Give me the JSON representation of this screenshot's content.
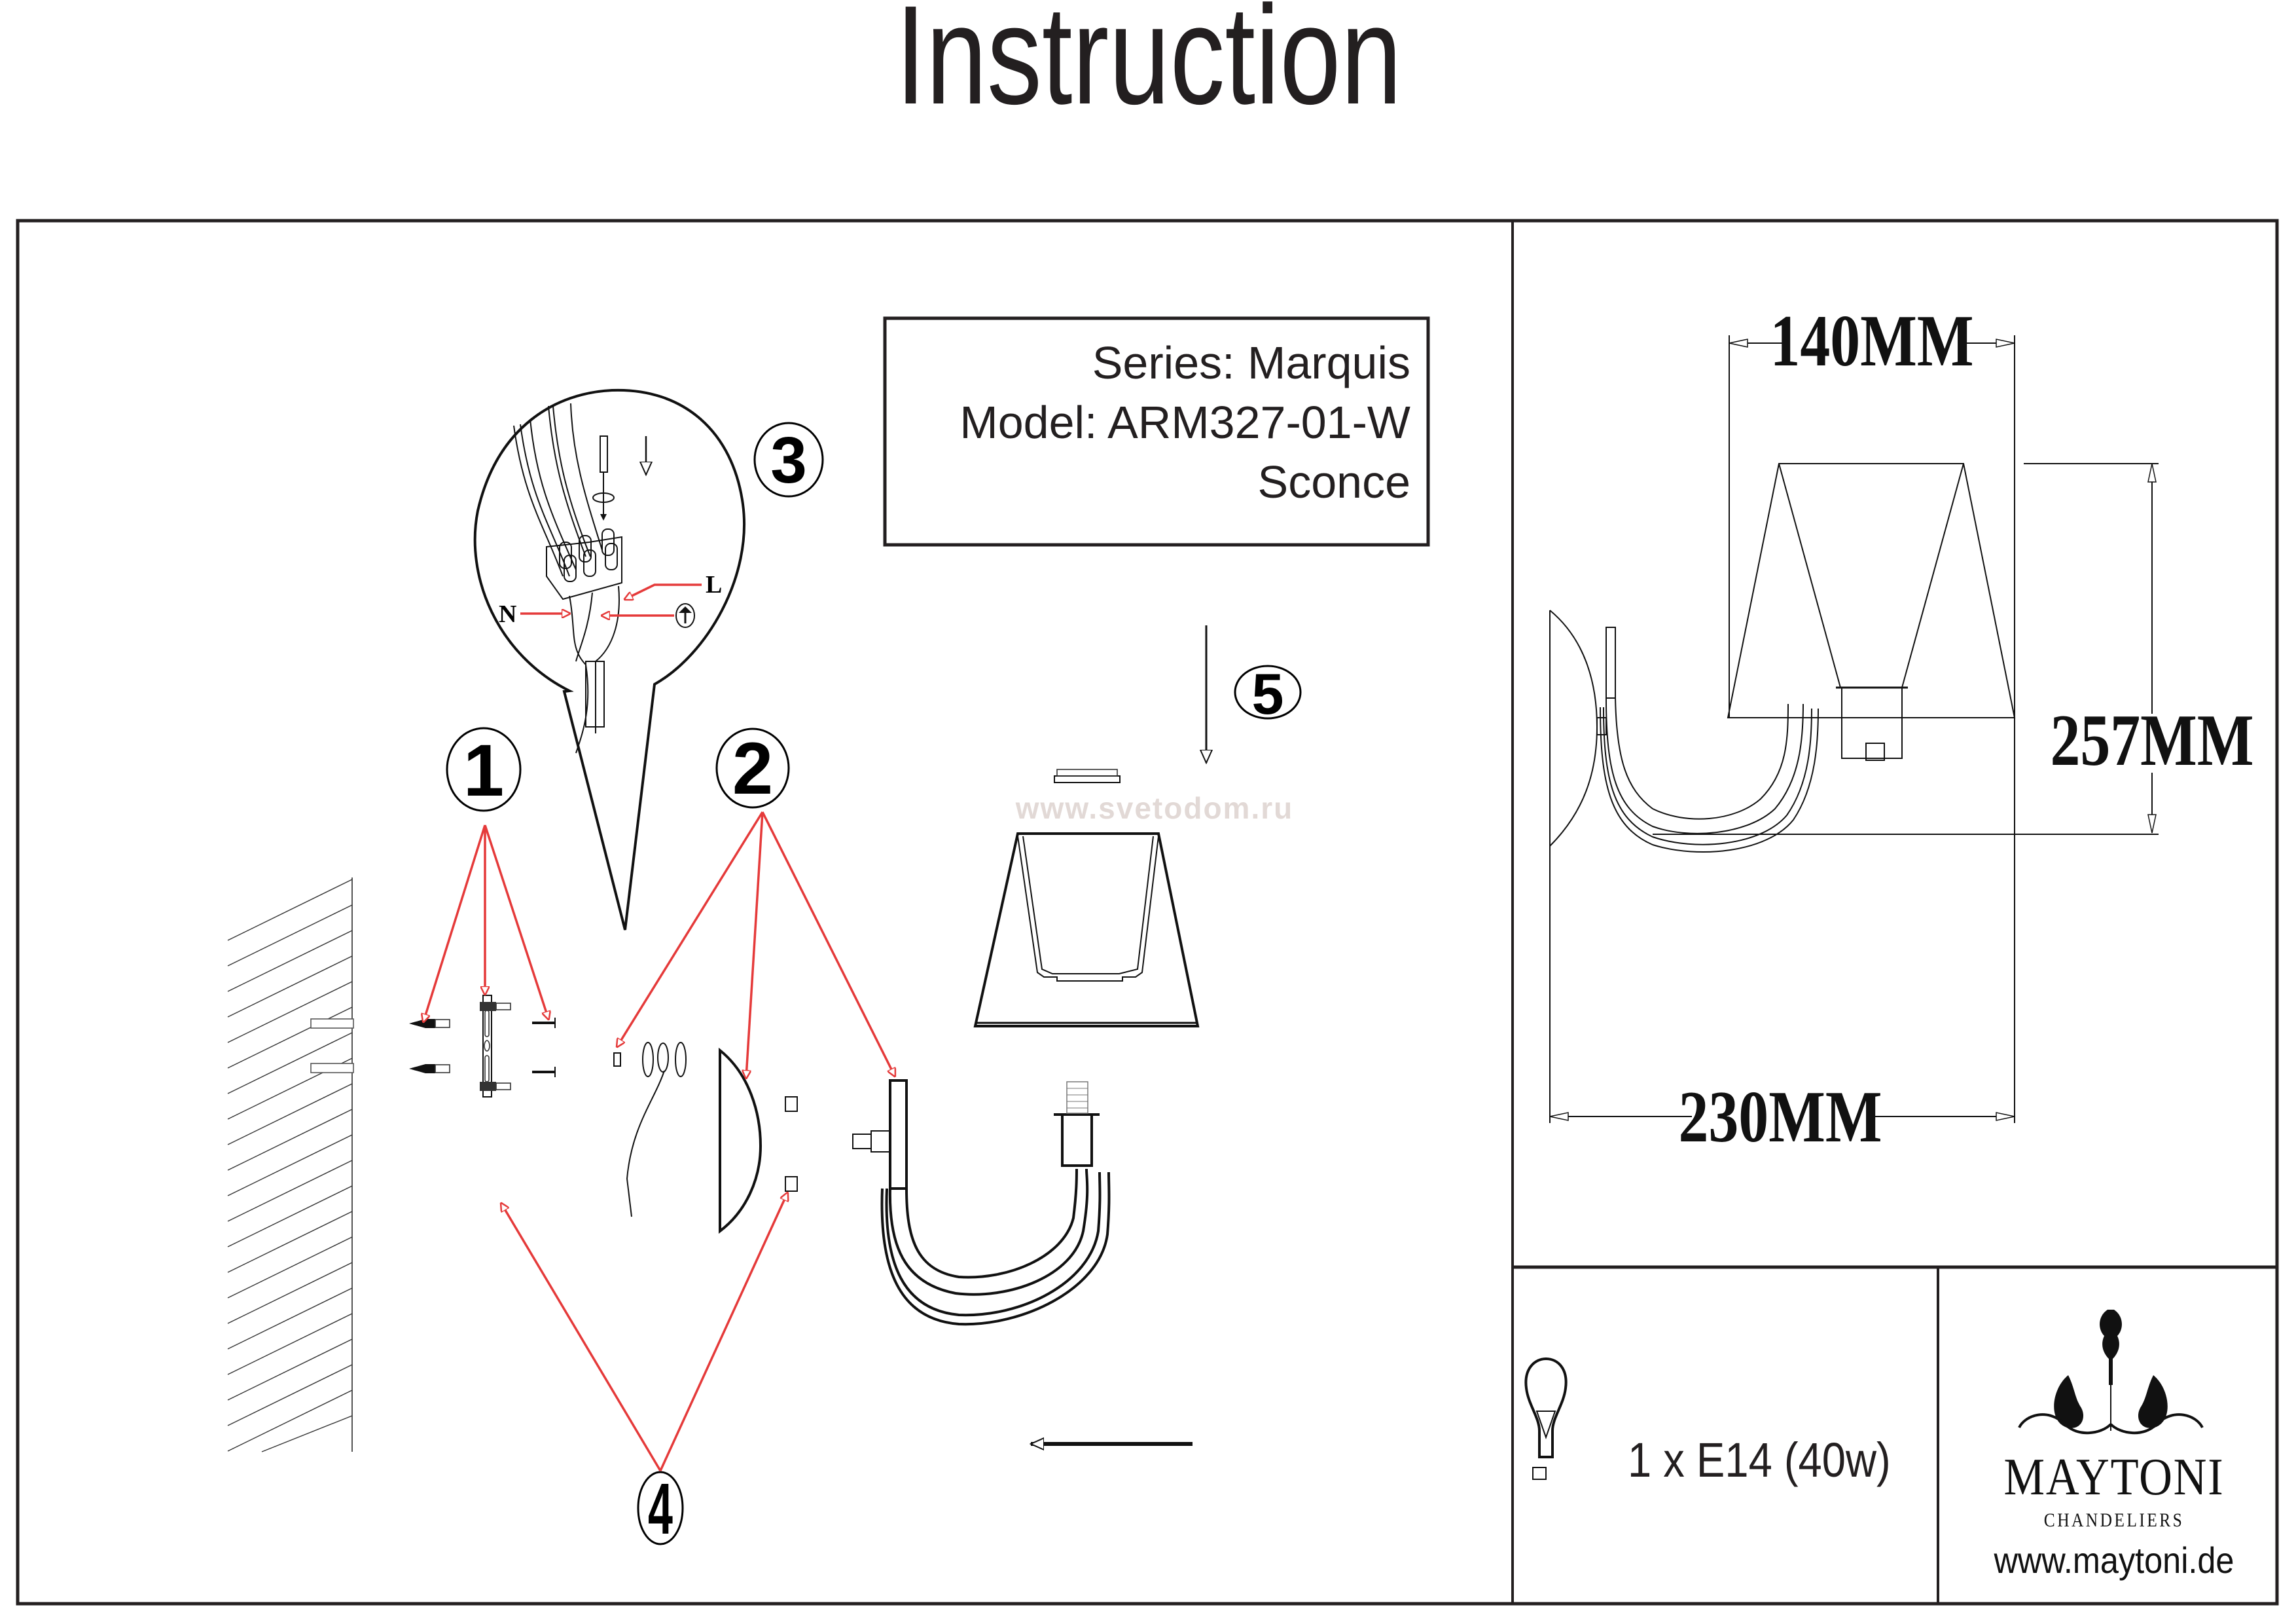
{
  "header": {
    "title": "Instruction"
  },
  "product_info": {
    "series": "Series: Marquis",
    "model": "Model: ARM327-01-W",
    "type": "Sconce"
  },
  "steps": [
    {
      "number": "1"
    },
    {
      "number": "2"
    },
    {
      "number": "3"
    },
    {
      "number": "4"
    },
    {
      "number": "5"
    }
  ],
  "wiring": {
    "neutral_label": "N",
    "live_label": "L",
    "earth_icon": "earth-ground-icon"
  },
  "watermark": "www.svetodom.ru",
  "dimensions": {
    "shade_width": "140MM",
    "height": "257MM",
    "depth": "230MM"
  },
  "bulb": {
    "icon": "light-bulb-icon",
    "spec": "1 x E14 (40w)"
  },
  "brand": {
    "name": "MAYTONI",
    "tagline": "CHANDELIERS",
    "website": "www.maytoni.de"
  },
  "colors": {
    "ink": "#231f20",
    "callout_red": "#e53a3a",
    "watermark": "#e2d9d6"
  }
}
